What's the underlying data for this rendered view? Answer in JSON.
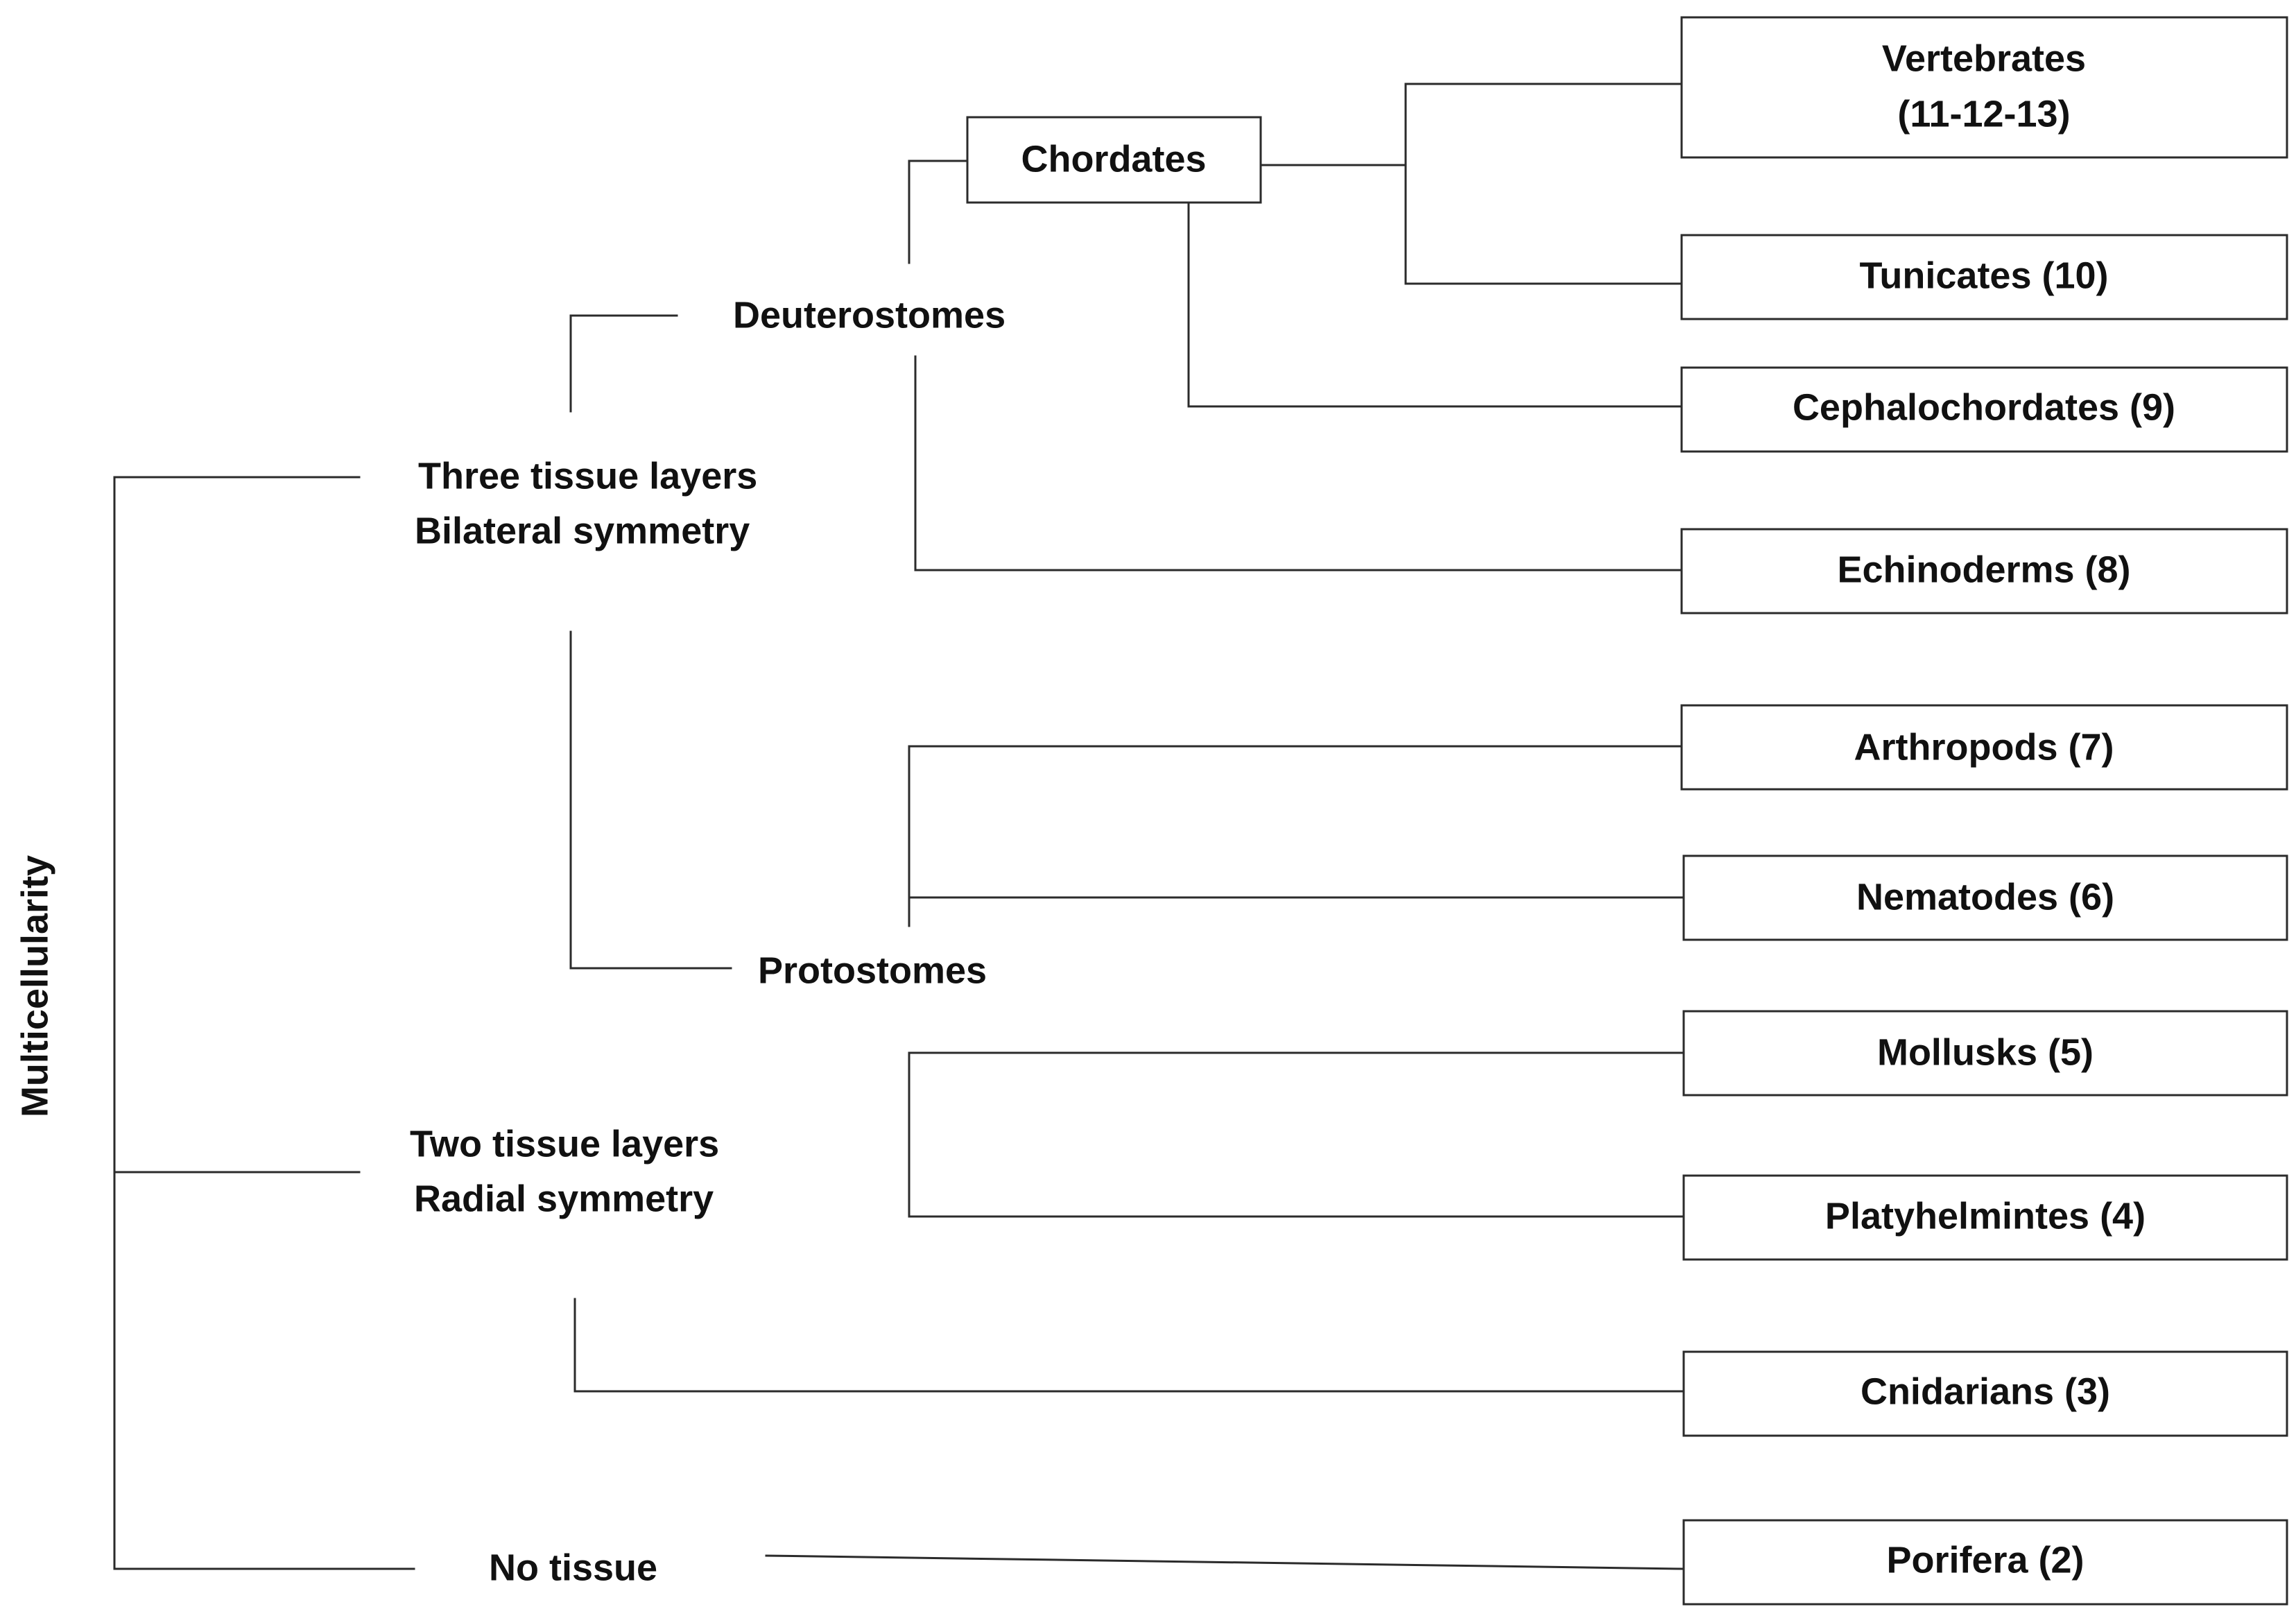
{
  "root": {
    "label": "Multicellularity"
  },
  "groups": {
    "three_tissue": {
      "line1": "Three tissue layers",
      "line2": "Bilateral symmetry"
    },
    "two_tissue": {
      "line1": "Two tissue layers",
      "line2": "Radial symmetry"
    },
    "no_tissue": {
      "label": "No tissue"
    },
    "deuterostomes": {
      "label": "Deuterostomes"
    },
    "protostomes": {
      "label": "Protostomes"
    },
    "chordates": {
      "label": "Chordates"
    }
  },
  "taxa": {
    "vertebrates": {
      "line1": "Vertebrates",
      "line2": "(11-12-13)"
    },
    "tunicates": {
      "label": "Tunicates (10)"
    },
    "cephalochordates": {
      "label": "Cephalochordates (9)"
    },
    "echinoderms": {
      "label": "Echinoderms (8)"
    },
    "arthropods": {
      "label": "Arthropods (7)"
    },
    "nematodes": {
      "label": "Nematodes (6)"
    },
    "mollusks": {
      "label": "Mollusks (5)"
    },
    "platyhelmintes": {
      "label": "Platyhelmintes (4)"
    },
    "cnidarians": {
      "label": "Cnidarians (3)"
    },
    "porifera": {
      "label": "Porifera (2)"
    }
  }
}
